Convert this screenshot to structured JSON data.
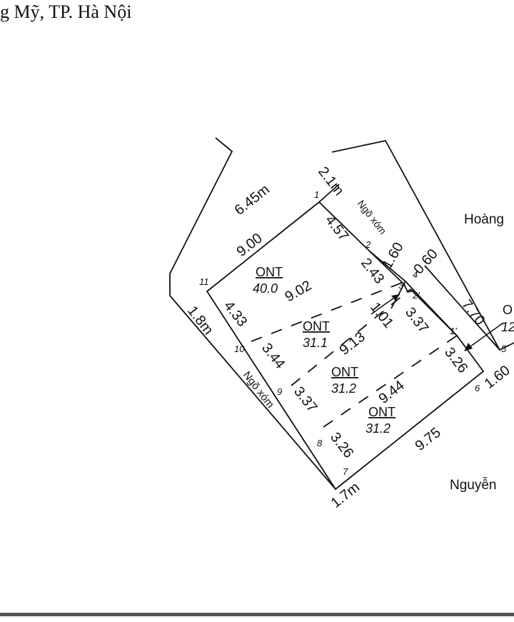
{
  "header": {
    "text": "g Mỹ, TP. Hà Nội"
  },
  "roads": {
    "top_right": "Hoàng",
    "bottom_right": "Nguyễn"
  },
  "lanes": {
    "top": "Ngõ xóm",
    "left": "Ngõ xóm"
  },
  "widths": {
    "top_lane": "2.1m",
    "left_lane": "1.8m",
    "bottom": "1.7m",
    "top_left": "6.45m"
  },
  "points": [
    "1",
    "2",
    "3",
    "4",
    "2'",
    "1'",
    "5",
    "6",
    "7",
    "8",
    "9",
    "10",
    "11"
  ],
  "lots": [
    {
      "code": "ONT",
      "area": "40.0"
    },
    {
      "code": "ONT",
      "area": "31.1"
    },
    {
      "code": "ONT",
      "area": "31.2"
    },
    {
      "code": "ONT",
      "area": "31.2"
    }
  ],
  "side_lot": {
    "code": "O",
    "area": "12"
  },
  "dims": {
    "d_11_1": "9.00",
    "d_1_2": "4.57",
    "d_2_3": "2.43",
    "d_3_4": "1.60",
    "d_4_r": "0.60",
    "d_r_5": "7.70",
    "d_5_6": "1.60",
    "d_2p_1p": "3.37",
    "d_1p_6": "3.26",
    "d_11_10": "4.33",
    "d_10_9": "3.44",
    "d_9_8": "3.37",
    "d_8_7": "3.26",
    "d_7_6": "9.75",
    "div1": "9.02",
    "div2": "9.13",
    "div3": "9.44",
    "d_3_2p": "1.01"
  }
}
